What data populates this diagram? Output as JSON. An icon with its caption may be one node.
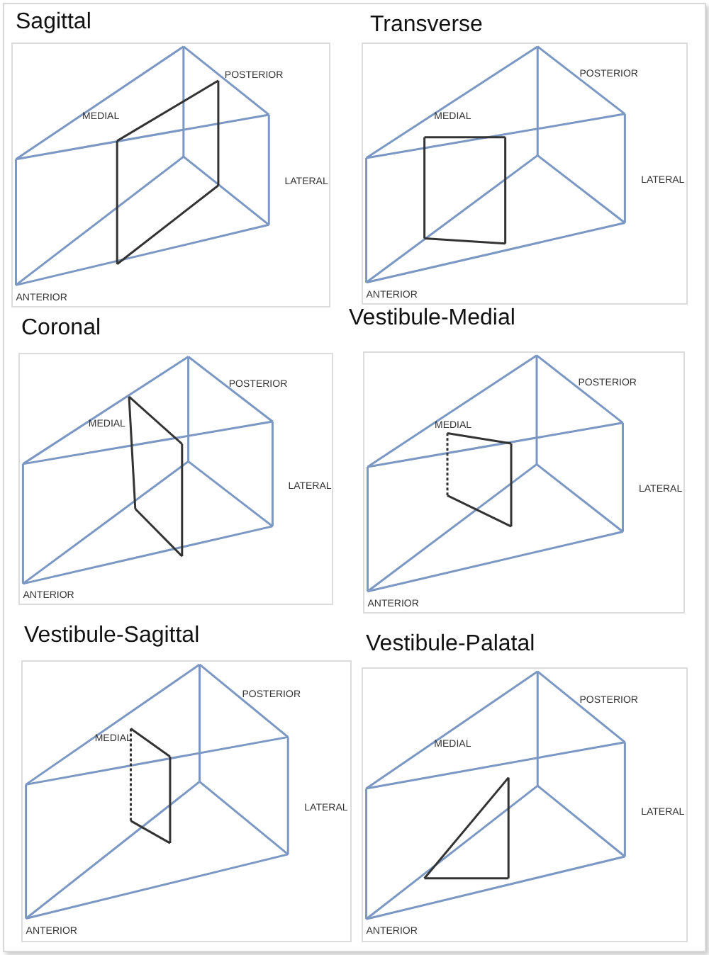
{
  "diagram": {
    "labels": [
      "Sagittal",
      "MEDIAL",
      "POSTERIOR",
      "LATERAL",
      "ANTERIOR",
      "Transverse",
      "MEDIAL",
      "POSTERIOR",
      "LATERAL",
      "ANTERIOR",
      "Coronal",
      "MEDIAL",
      "POSTERIOR",
      "LATERAL",
      "ANTERIOR",
      "Vestibule-Medial",
      "MEDIAL",
      "POSTERIOR",
      "LATERAL",
      "ANTERIOR",
      "Vestibule-Sagittal",
      "MEDIAL",
      "POSTERIOR",
      "LATERAL",
      "ANTERIOR",
      "Vestibule-Palatal",
      "MEDIAL",
      "POSTERIOR",
      "LATERAL",
      "ANTERIOR"
    ]
  }
}
